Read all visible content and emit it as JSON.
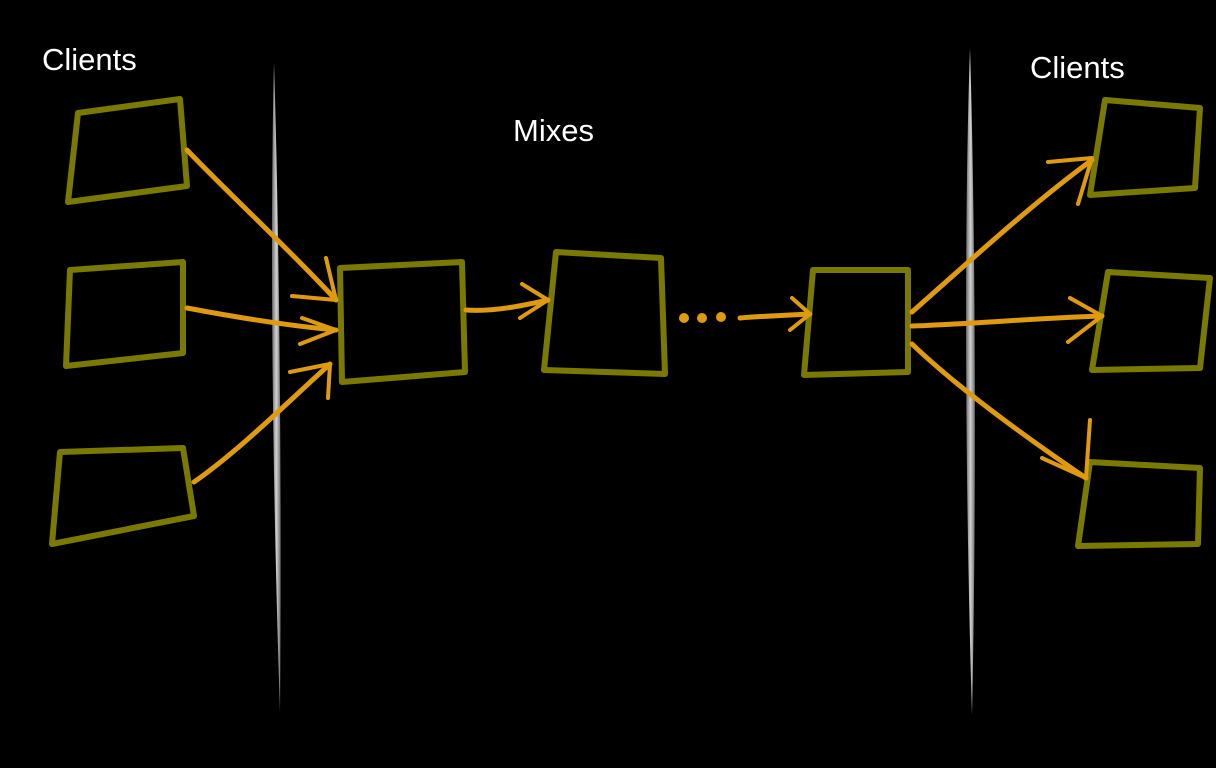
{
  "labels": {
    "clients_left": "Clients",
    "mixes": "Mixes",
    "clients_right": "Clients"
  },
  "colors": {
    "background": "#000000",
    "box_stroke": "#7a7a00",
    "arrow": "#e09a10",
    "barrier": "#b8b8b8",
    "text": "#ffffff"
  },
  "nodes": {
    "left_clients": [
      "client-a",
      "client-b",
      "client-c"
    ],
    "mixes": [
      "mix-1",
      "mix-2",
      "mix-n"
    ],
    "right_clients": [
      "client-d",
      "client-e",
      "client-f"
    ]
  }
}
